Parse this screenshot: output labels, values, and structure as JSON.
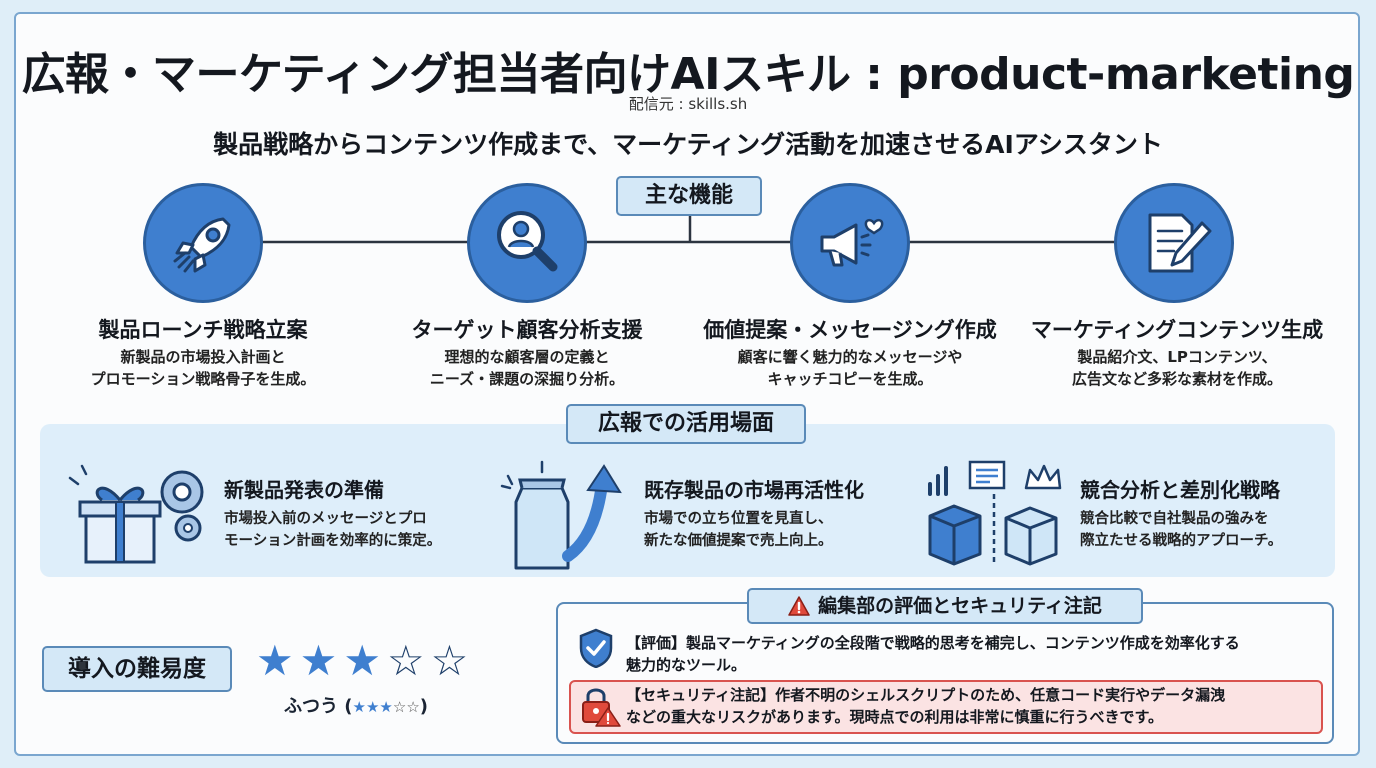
{
  "header": {
    "title": "広報・マーケティング担当者向けAIスキル : product-marketing",
    "source": "配信元 : skills.sh",
    "subtitle": "製品戦略からコンテンツ作成まで、マーケティング活動を加速させるAIアシスタント"
  },
  "features": {
    "label": "主な機能",
    "items": [
      {
        "icon": "rocket-icon",
        "title": "製品ローンチ戦略立案",
        "desc1": "新製品の市場投入計画と",
        "desc2": "プロモーション戦略骨子を生成。"
      },
      {
        "icon": "magnifier-person-icon",
        "title": "ターゲット顧客分析支援",
        "desc1": "理想的な顧客層の定義と",
        "desc2": "ニーズ・課題の深掘り分析。"
      },
      {
        "icon": "megaphone-heart-icon",
        "title": "価値提案・メッセージング作成",
        "desc1": "顧客に響く魅力的なメッセージや",
        "desc2": "キャッチコピーを生成。"
      },
      {
        "icon": "document-pen-icon",
        "title": "マーケティングコンテンツ生成",
        "desc1": "製品紹介文、LPコンテンツ、",
        "desc2": "広告文など多彩な素材を作成。"
      }
    ]
  },
  "usecases": {
    "label": "広報での活用場面",
    "items": [
      {
        "icon": "gift-gear-icon",
        "title": "新製品発表の準備",
        "desc1": "市場投入前のメッセージとプロ",
        "desc2": "モーション計画を効率的に策定。"
      },
      {
        "icon": "package-arrow-icon",
        "title": "既存製品の市場再活性化",
        "desc1": "市場での立ち位置を見直し、",
        "desc2": "新たな価値提案で売上向上。"
      },
      {
        "icon": "comparison-boxes-icon",
        "title": "競合分析と差別化戦略",
        "desc1": "競合比較で自社製品の強みを",
        "desc2": "際立たせる戦略的アプローチ。"
      }
    ]
  },
  "difficulty": {
    "label": "導入の難易度",
    "rating": 3,
    "max": 5,
    "caption_text": "ふつう (",
    "caption_end": ")",
    "star_filled": "★",
    "star_empty": "☆"
  },
  "review": {
    "label": "編集部の評価とセキュリティ注記",
    "evaluation_line1": "【評価】製品マーケティングの全段階で戦略的思考を補完し、コンテンツ作成を効率化する",
    "evaluation_line2": "魅力的なツール。",
    "security_line1": "【セキュリティ注記】作者不明のシェルスクリプトのため、任意コード実行やデータ漏洩",
    "security_line2": "などの重大なリスクがあります。現時点での利用は非常に慎重に行うべきです。"
  },
  "colors": {
    "accent": "#3f7fcf",
    "panel": "#deeefa",
    "warning_bg": "#fbe3e3",
    "warning_border": "#d9534f"
  }
}
